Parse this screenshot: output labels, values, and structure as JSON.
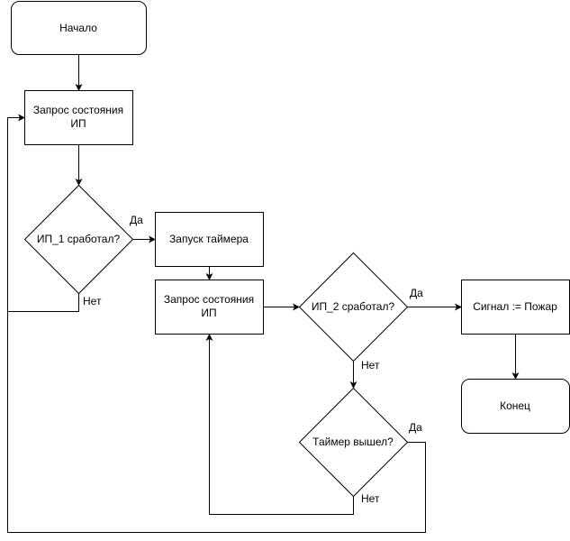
{
  "nodes": {
    "start": "Начало",
    "query1_line1": "Запрос состояния",
    "query1_line2": "ИП",
    "decision1": "ИП_1 сработал?",
    "start_timer": "Запуск таймера",
    "query2_line1": "Запрос состояния",
    "query2_line2": "ИП",
    "decision2": "ИП_2 сработал?",
    "signal": "Сигнал := Пожар",
    "end": "Конец",
    "decision3": "Таймер вышел?"
  },
  "edges": {
    "d1_yes": "Да",
    "d1_no": "Нет",
    "d2_yes": "Да",
    "d2_no": "Нет",
    "d3_yes": "Да",
    "d3_no": "Нет"
  }
}
